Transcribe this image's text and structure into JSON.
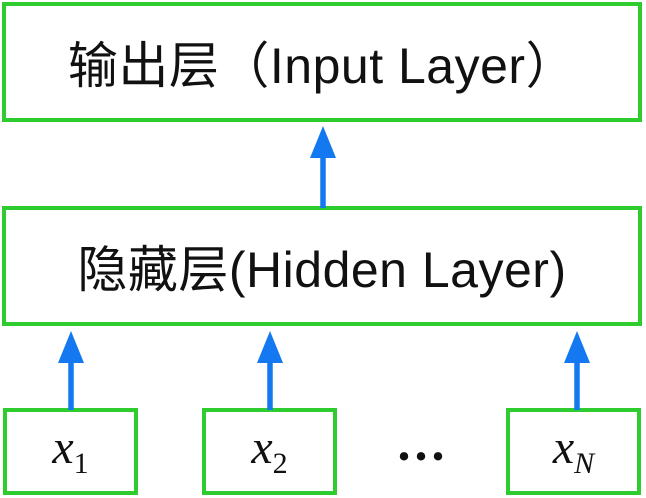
{
  "colors": {
    "box_border": "#2ecc2e",
    "arrow": "#1478f0",
    "text": "#111111",
    "background": "#ffffff"
  },
  "diagram": {
    "output_layer": {
      "label": "输出层（Input Layer）"
    },
    "hidden_layer": {
      "label": "隐藏层(Hidden Layer)"
    },
    "input_nodes": [
      {
        "base": "x",
        "subscript": "1"
      },
      {
        "base": "x",
        "subscript": "2"
      },
      {
        "base": "x",
        "subscript": "N"
      }
    ],
    "ellipsis": "..."
  }
}
